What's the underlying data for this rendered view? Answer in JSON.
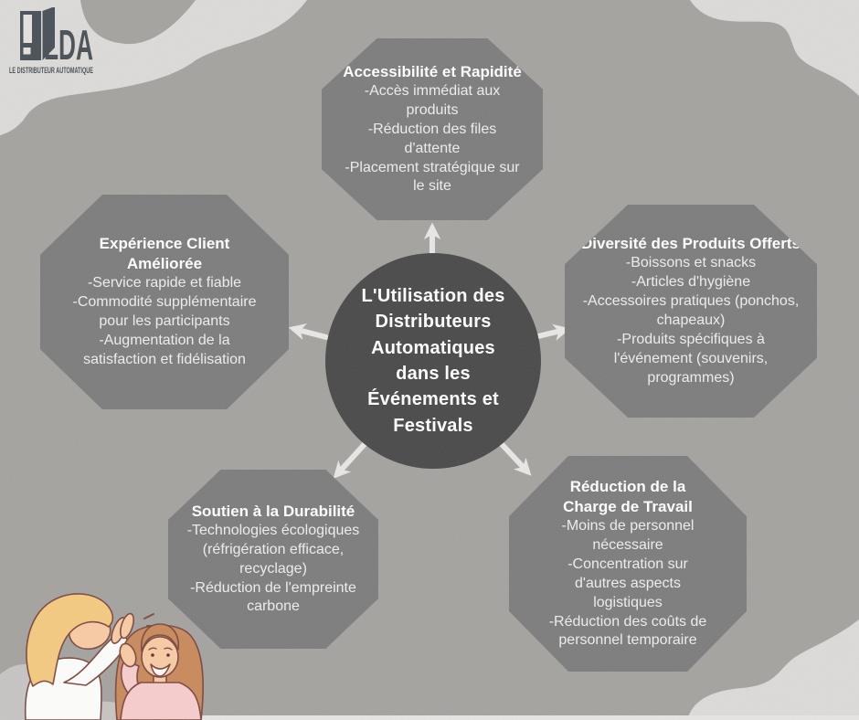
{
  "logo": {
    "brand": "LDA",
    "tagline": "LE DISTRIBUTEUR AUTOMATIQUE",
    "icon": "vending-machine-icon",
    "color": "#495057"
  },
  "center": {
    "title": "L'Utilisation des\nDistributeurs\nAutomatiques\ndans les\nÉvénements et\nFestivals"
  },
  "nodes": [
    {
      "id": "accessibilite-rapidite",
      "title": "Accessibilité et Rapidité",
      "items": [
        "-Accès immédiat aux produits",
        "-Réduction des files d'attente",
        "-Placement stratégique sur le site"
      ]
    },
    {
      "id": "experience-client",
      "title": "Expérience Client Améliorée",
      "items": [
        "-Service rapide et fiable",
        "-Commodité supplémentaire pour les participants",
        "-Augmentation de la satisfaction et fidélisation"
      ]
    },
    {
      "id": "diversite-produits",
      "title": "Diversité des Produits Offerts",
      "items": [
        "-Boissons et snacks",
        "-Articles d'hygiène",
        "-Accessoires pratiques (ponchos, chapeaux)",
        "-Produits spécifiques à l'événement (souvenirs, programmes)"
      ]
    },
    {
      "id": "soutien-durabilite",
      "title": "Soutien à la Durabilité",
      "items": [
        "-Technologies écologiques (réfrigération efficace, recyclage)",
        "-Réduction de l'empreinte carbone"
      ]
    },
    {
      "id": "reduction-charge-travail",
      "title": "Réduction de la Charge de Travail",
      "items": [
        "-Moins de personnel nécessaire",
        "-Concentration sur d'autres aspects logistiques",
        "-Réduction des coûts de personnel temporaire"
      ]
    }
  ],
  "colors": {
    "background": "#a5a3a0",
    "blob": "#dcdbd9",
    "octagon": "#7e7d7d",
    "center_circle": "#4b4a4a",
    "arrow": "#e8e7e5",
    "title_text": "#ffffff",
    "body_text": "#efeeee"
  }
}
